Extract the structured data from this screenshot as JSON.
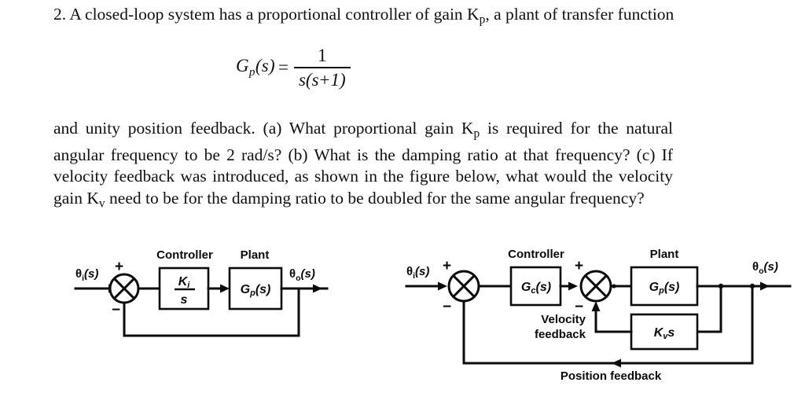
{
  "problem": {
    "number": "2.",
    "paragraph1_part1": "2. A closed-loop system has a proportional controller of gain K",
    "paragraph1_sub1": "p",
    "paragraph1_part2": ", a plant of transfer function",
    "equation": {
      "lhs": "G",
      "lhs_sub": "p",
      "lhs_arg": "(s)",
      "equals": "=",
      "numerator": "1",
      "denominator_left": "s(s",
      "denominator_op": "+",
      "denominator_right": "1)"
    },
    "paragraph2_part1": "and unity position feedback. (a) What proportional gain K",
    "paragraph2_sub1": "p",
    "paragraph2_part2": " is required for the natural angular frequency to be 2 rad/s? (b) What is the damping ratio at that frequency? (c) If velocity feedback was introduced, as shown in the figure below, what would the velocity gain K",
    "paragraph2_sub2": "v",
    "paragraph2_part3": " need to be for the damping ratio to be doubled for the same angular frequency?"
  },
  "diagram_left": {
    "input_label": "θ",
    "input_sub": "i",
    "input_arg": "(s)",
    "output_label": "θ",
    "output_sub": "o",
    "output_arg": "(s)",
    "sum_plus": "+",
    "sum_minus": "−",
    "controller_caption": "Controller",
    "controller_num": "K",
    "controller_num_sub": "i",
    "controller_den": "s",
    "plant_caption": "Plant",
    "plant_block": "G",
    "plant_block_sub": "p",
    "plant_block_arg": "(s)"
  },
  "diagram_right": {
    "input_label": "θ",
    "input_sub": "i",
    "input_arg": "(s)",
    "output_label": "θ",
    "output_sub": "o",
    "output_arg": "(s)",
    "sum1_plus": "+",
    "sum1_minus": "−",
    "sum2_plus": "+",
    "sum2_minus": "−",
    "controller_caption": "Controller",
    "controller_block": "G",
    "controller_block_sub": "c",
    "controller_block_arg": "(s)",
    "plant_caption": "Plant",
    "plant_block": "G",
    "plant_block_sub": "p",
    "plant_block_arg": "(s)",
    "velocity_block": "K",
    "velocity_block_sub": "v",
    "velocity_block_tail": "s",
    "velocity_feedback_line1": "Velocity",
    "velocity_feedback_line2": "feedback",
    "position_feedback_label": "Position feedback"
  },
  "colors": {
    "ink": "#0b0b0b",
    "page": "#ffffff"
  }
}
